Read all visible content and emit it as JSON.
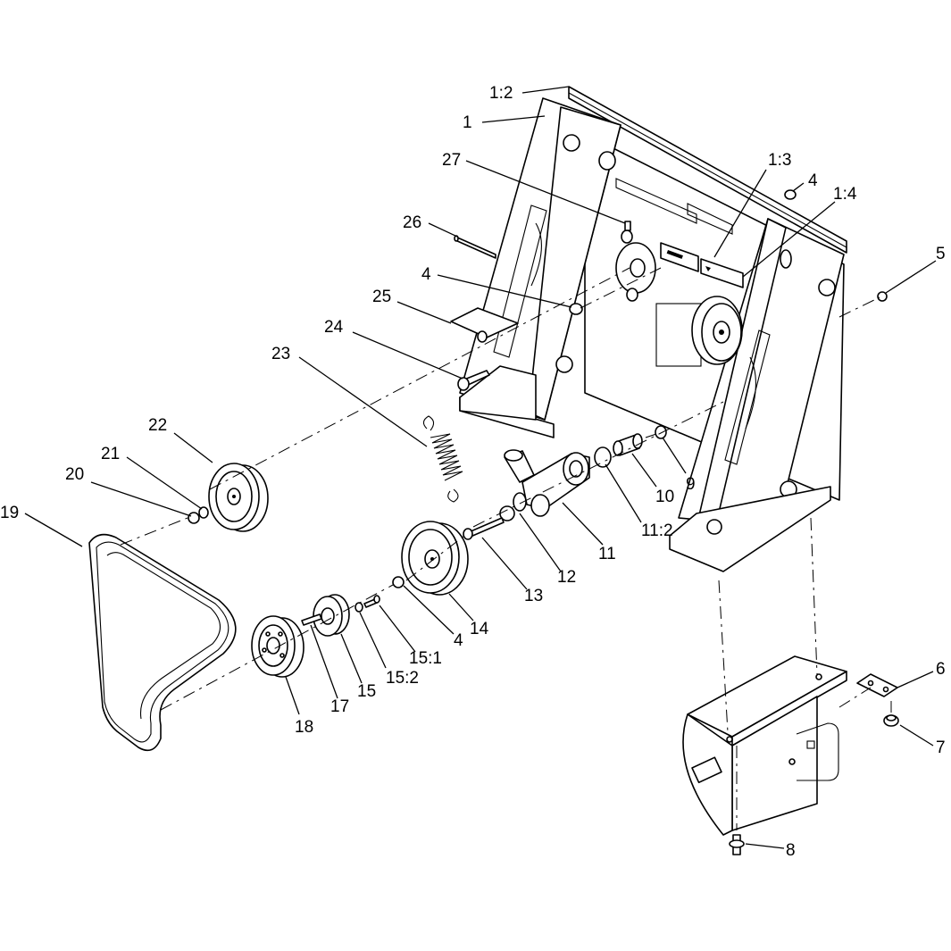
{
  "callouts": [
    {
      "id": "c-1-2",
      "text": "1:2"
    },
    {
      "id": "c-1",
      "text": "1"
    },
    {
      "id": "c-27",
      "text": "27"
    },
    {
      "id": "c-1-3",
      "text": "1:3"
    },
    {
      "id": "c-4a",
      "text": "4"
    },
    {
      "id": "c-1-4",
      "text": "1:4"
    },
    {
      "id": "c-26",
      "text": "26"
    },
    {
      "id": "c-5",
      "text": "5"
    },
    {
      "id": "c-4b",
      "text": "4"
    },
    {
      "id": "c-25",
      "text": "25"
    },
    {
      "id": "c-24",
      "text": "24"
    },
    {
      "id": "c-23",
      "text": "23"
    },
    {
      "id": "c-22",
      "text": "22"
    },
    {
      "id": "c-21",
      "text": "21"
    },
    {
      "id": "c-20",
      "text": "20"
    },
    {
      "id": "c-19",
      "text": "19"
    },
    {
      "id": "c-9",
      "text": "9"
    },
    {
      "id": "c-10",
      "text": "10"
    },
    {
      "id": "c-11-2",
      "text": "11:2"
    },
    {
      "id": "c-11",
      "text": "11"
    },
    {
      "id": "c-12",
      "text": "12"
    },
    {
      "id": "c-13",
      "text": "13"
    },
    {
      "id": "c-14",
      "text": "14"
    },
    {
      "id": "c-4c",
      "text": "4"
    },
    {
      "id": "c-15-1",
      "text": "15:1"
    },
    {
      "id": "c-15-2",
      "text": "15:2"
    },
    {
      "id": "c-15",
      "text": "15"
    },
    {
      "id": "c-17",
      "text": "17"
    },
    {
      "id": "c-18",
      "text": "18"
    },
    {
      "id": "c-6",
      "text": "6"
    },
    {
      "id": "c-7",
      "text": "7"
    },
    {
      "id": "c-8",
      "text": "8"
    }
  ]
}
